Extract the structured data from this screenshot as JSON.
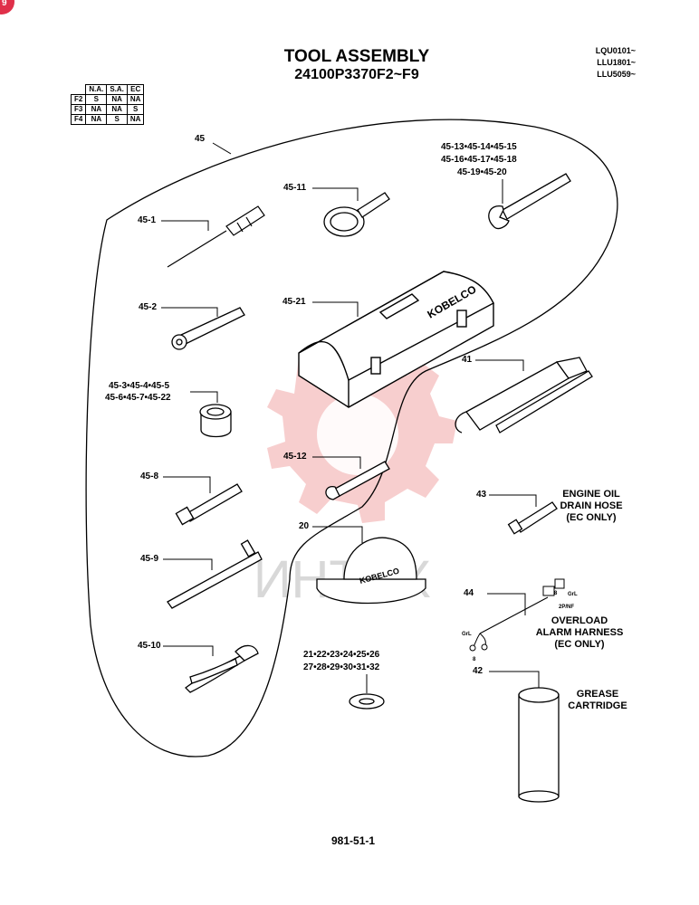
{
  "header": {
    "title": "TOOL ASSEMBLY",
    "part_number": "24100P3370F2~F9",
    "serials": [
      "LQU0101~",
      "LLU1801~",
      "LLU5059~"
    ]
  },
  "spec_table": {
    "columns": [
      "N.A.",
      "S.A.",
      "EC"
    ],
    "rows": [
      {
        "code": "F2",
        "values": [
          "S",
          "NA",
          "NA"
        ]
      },
      {
        "code": "F3",
        "values": [
          "NA",
          "NA",
          "S"
        ]
      },
      {
        "code": "F4",
        "values": [
          "NA",
          "S",
          "NA"
        ]
      }
    ]
  },
  "callouts": {
    "c45": "45",
    "c45_1": "45-1",
    "c45_2": "45-2",
    "c45_3_line1": "45-3•45-4•45-5",
    "c45_3_line2": "45-6•45-7•45-22",
    "c45_8": "45-8",
    "c45_9": "45-9",
    "c45_10": "45-10",
    "c45_11": "45-11",
    "c45_12": "45-12",
    "c45_13_line1": "45-13•45-14•45-15",
    "c45_13_line2": "45-16•45-17•45-18",
    "c45_13_line3": "45-19•45-20",
    "c45_21": "45-21",
    "c41": "41",
    "c43": "43",
    "c20": "20",
    "c21_line1": "21•22•23•24•25•26",
    "c21_line2": "27•28•29•30•31•32",
    "c44": "44",
    "c42": "42"
  },
  "descriptions": {
    "engine_oil": [
      "ENGINE OIL",
      "DRAIN HOSE",
      "(EC ONLY)"
    ],
    "overload": [
      "OVERLOAD",
      "ALARM HARNESS",
      "(EC ONLY)"
    ],
    "grease": [
      "GREASE",
      "CARTRIDGE"
    ]
  },
  "part_marks": {
    "toolbox_brand": "KOBELCO",
    "cap_brand": "KOBELCO",
    "harness_tag_1": "8",
    "harness_tag_2": "GrL",
    "harness_tag_3": "2P/NF",
    "harness_tag_4": "GrL",
    "harness_tag_5": "8"
  },
  "watermark": "ИНТЕХ",
  "corner_badge": "9",
  "footer": {
    "page_ref": "981-51-1"
  }
}
